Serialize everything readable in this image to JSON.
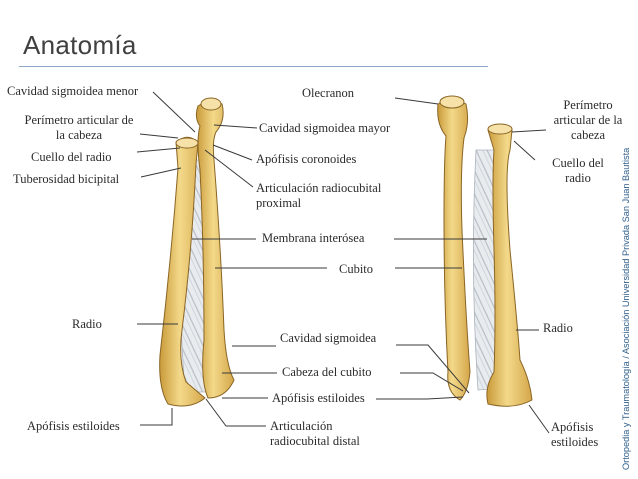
{
  "title": "Anatomía",
  "credit": "Ortopedia y Traumatología / Asociación Universidad Privada San Juan Bautista",
  "labels": {
    "cavidad_sigmoidea_menor": "Cavidad sigmoidea menor",
    "perimetro_cabeza_left_1": "Perímetro articular de",
    "perimetro_cabeza_left_2": "la cabeza",
    "cuello_radio_left": "Cuello del radio",
    "tuberosidad_bicipital": "Tuberosidad bicipital",
    "radio_left": "Radio",
    "apofisis_estiloides_left": "Apófisis estiloides",
    "olecranon": "Olecranon",
    "cavidad_sigmoidea_mayor": "Cavidad sigmoidea mayor",
    "apofisis_coronoides": "Apófisis coronoides",
    "articulacion_proximal_1": "Articulación radiocubital",
    "articulacion_proximal_2": "proximal",
    "membrana_interosea": "Membrana interósea",
    "cubito": "Cubito",
    "cavidad_sigmoidea": "Cavidad sigmoidea",
    "cabeza_cubito": "Cabeza del cubito",
    "apofisis_estiloides_center": "Apófisis estiloides",
    "articulacion_distal_1": "Articulación",
    "articulacion_distal_2": "radiocubital distal",
    "perimetro_right_1": "Perímetro",
    "perimetro_right_2": "articular de la",
    "perimetro_right_3": "cabeza",
    "cuello_right_1": "Cuello del",
    "cuello_right_2": "radio",
    "radio_right": "Radio",
    "apofisis_right_1": "Apófisis",
    "apofisis_right_2": "estiloides"
  }
}
